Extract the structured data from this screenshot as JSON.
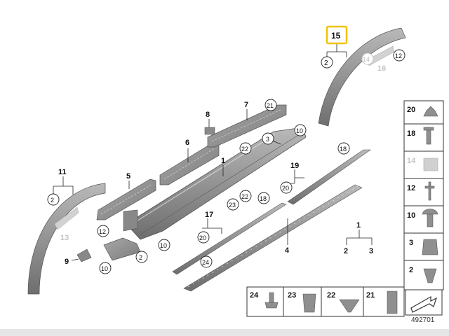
{
  "callouts": {
    "c15": "15",
    "c2a": "2",
    "c14a": "14",
    "c16": "16",
    "c12a": "12",
    "c8": "8",
    "c7": "7",
    "c21": "21",
    "c10a": "10",
    "c3": "3",
    "c6": "6",
    "c22a": "22",
    "c18a": "18",
    "c11": "11",
    "c5": "5",
    "c1a": "1",
    "c19": "19",
    "c2b": "2",
    "c20a": "20",
    "c22b": "22",
    "c23a": "23",
    "c18b": "18",
    "c17": "17",
    "c12b": "12",
    "c13": "13",
    "c20b": "20",
    "c10b": "10",
    "c4": "4",
    "c1b": "1",
    "c2c": "2",
    "c3b": "3",
    "c9": "9",
    "c10c": "10",
    "c2d": "2",
    "c24a": "24"
  },
  "fastener_panel": {
    "items": [
      "20",
      "18",
      "14",
      "12",
      "10",
      "3",
      "2"
    ],
    "bottom_items": [
      "24",
      "23",
      "22",
      "21"
    ]
  },
  "part_code": "492701",
  "colors": {
    "highlight": "#f2c200",
    "part_fill": "#9a9a9a",
    "part_dark": "#6f6f6f",
    "faded": "#c4c4c4"
  }
}
